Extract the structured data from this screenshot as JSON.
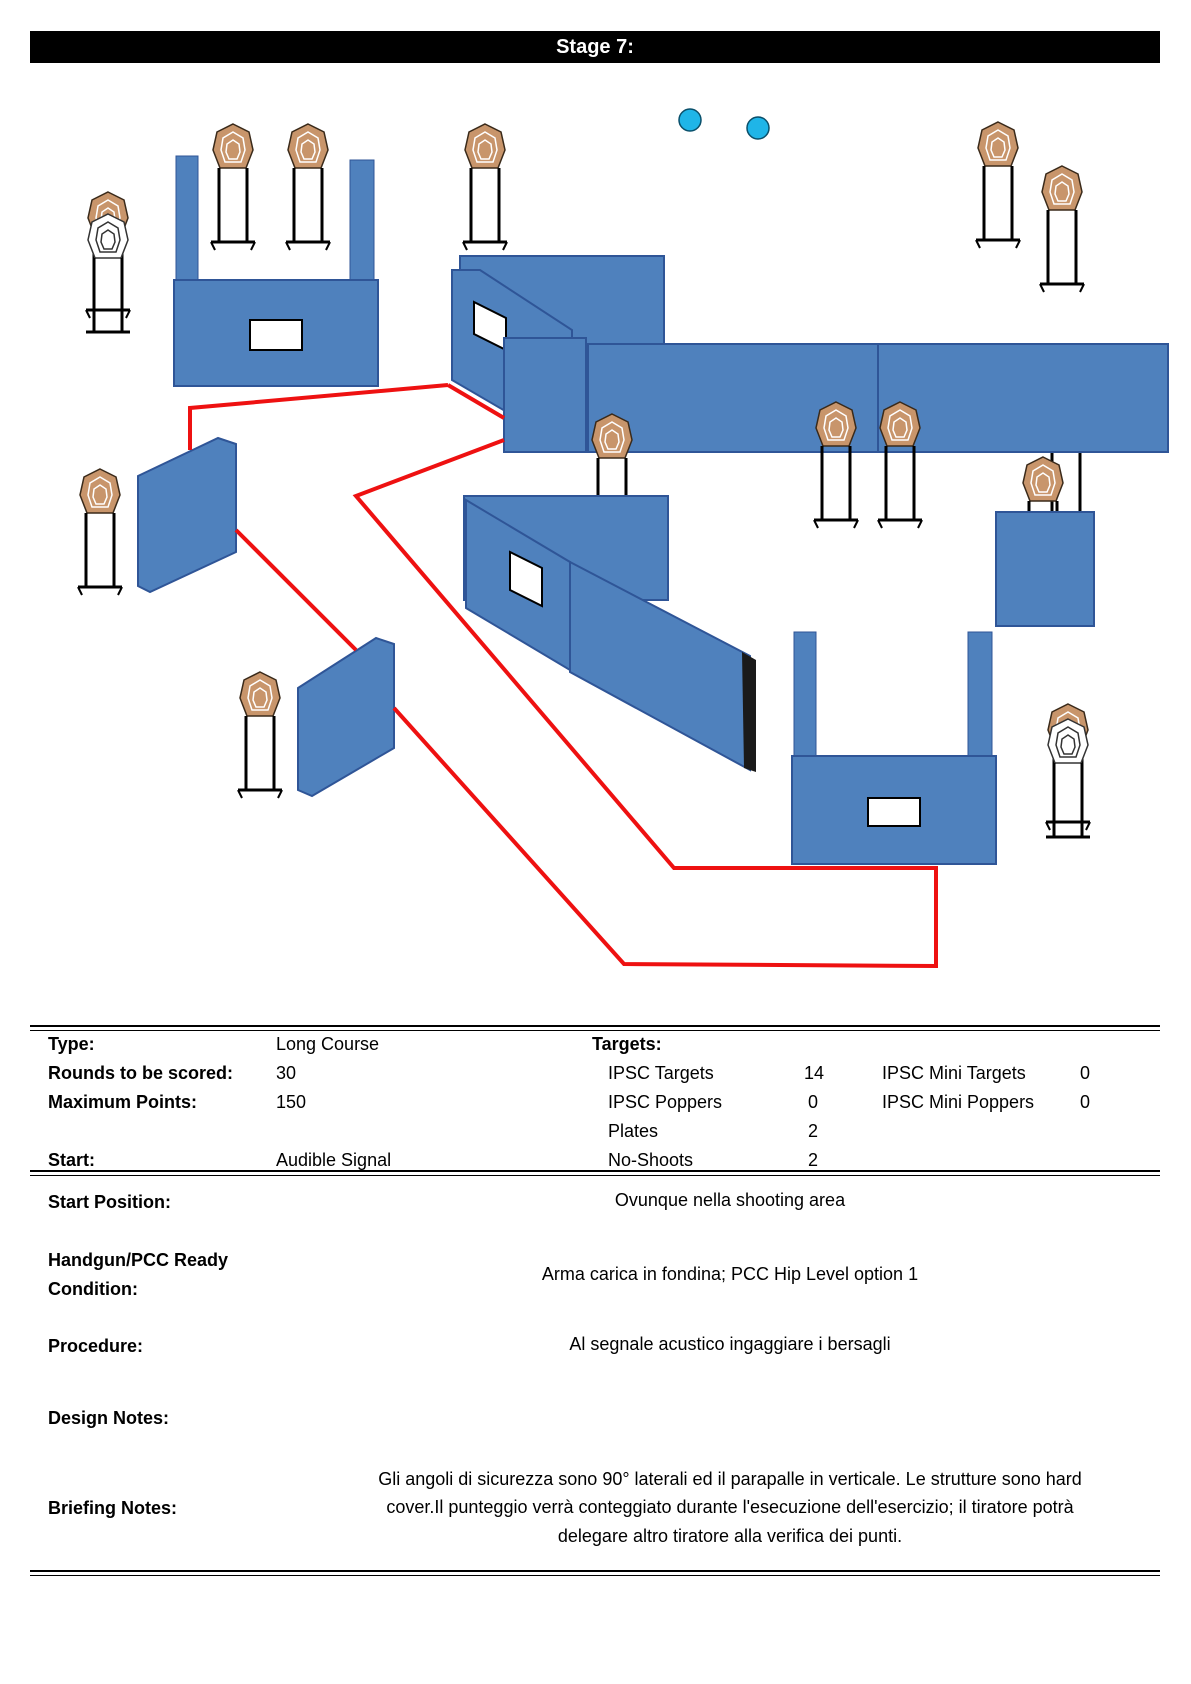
{
  "stage_title": "Stage 7:",
  "info": {
    "type_label": "Type:",
    "type_value": "Long Course",
    "rounds_label": "Rounds to be scored:",
    "rounds_value": "30",
    "maxpoints_label": "Maximum Points:",
    "maxpoints_value": "150",
    "start_label": "Start:",
    "start_value": "Audible Signal",
    "targets_label": "Targets:",
    "targets": [
      {
        "label": "IPSC Targets",
        "value": "14"
      },
      {
        "label": "IPSC Poppers",
        "value": "0"
      },
      {
        "label": "Plates",
        "value": "2"
      },
      {
        "label": "No-Shoots",
        "value": "2"
      }
    ],
    "mini": [
      {
        "label": "IPSC Mini Targets",
        "value": "0"
      },
      {
        "label": "IPSC Mini Poppers",
        "value": "0"
      }
    ]
  },
  "notes": {
    "start_position_label": "Start Position:",
    "start_position_value": "Ovunque nella shooting area",
    "ready_label_line1": "Handgun/PCC Ready",
    "ready_label_line2": "Condition:",
    "ready_value": "Arma carica in fondina; PCC Hip Level option 1",
    "procedure_label": "Procedure:",
    "procedure_value": "Al segnale acustico ingaggiare i bersagli",
    "design_label": "Design Notes:",
    "design_value": "",
    "briefing_label": "Briefing Notes:",
    "briefing_line1": "Gli angoli di sicurezza sono 90° laterali ed il parapalle in verticale. Le strutture sono hard",
    "briefing_line2": "cover.Il punteggio verrà conteggiato durante l'esecuzione dell'esercizio; il tiratore potrà",
    "briefing_line3": "delegare altro tiratore alla verifica  dei punti."
  },
  "colors": {
    "wall": "#4f81bd",
    "wall_dark": "#2f5597",
    "fault_line": "#ee1111",
    "target": "#c8956b",
    "plate": "#1fb5e8"
  }
}
